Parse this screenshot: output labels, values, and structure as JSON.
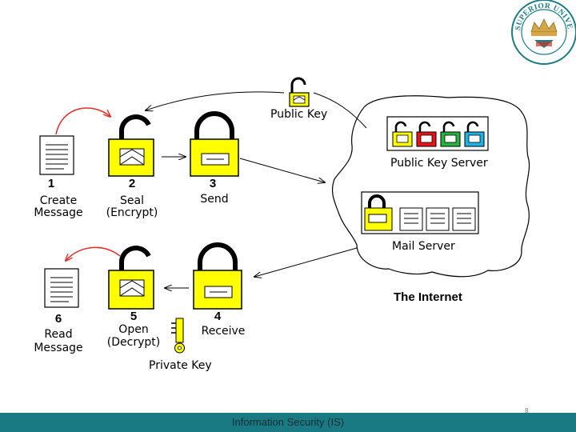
{
  "steps": [
    {
      "number": "1",
      "line1": "Create",
      "line2": "Message"
    },
    {
      "number": "2",
      "line1": "Seal",
      "line2": "(Encrypt)"
    },
    {
      "number": "3",
      "line1": "Send",
      "line2": ""
    },
    {
      "number": "4",
      "line1": "Receive",
      "line2": ""
    },
    {
      "number": "5",
      "line1": "Open",
      "line2": "(Decrypt)"
    },
    {
      "number": "6",
      "line1": "Read",
      "line2": "Message"
    }
  ],
  "labels": {
    "public_key": "Public Key",
    "public_key_server": "Public Key Server",
    "mail_server": "Mail Server",
    "internet": "The Internet",
    "private_key": "Private Key"
  },
  "logo": {
    "text": "SUPERIOR UNIVERSITY LAHORE",
    "ring_color": "#1d7d86",
    "crown_color": "#d4a646"
  },
  "footer": {
    "title": "Information Security (IS)",
    "page_number": "8",
    "color": "#1a7a84"
  },
  "colors": {
    "lock_body": "#ffff00",
    "server_locks": [
      "#ffff00",
      "#e8141c",
      "#28b43c",
      "#1eb4e6"
    ],
    "arrow_red": "#e0302a"
  }
}
